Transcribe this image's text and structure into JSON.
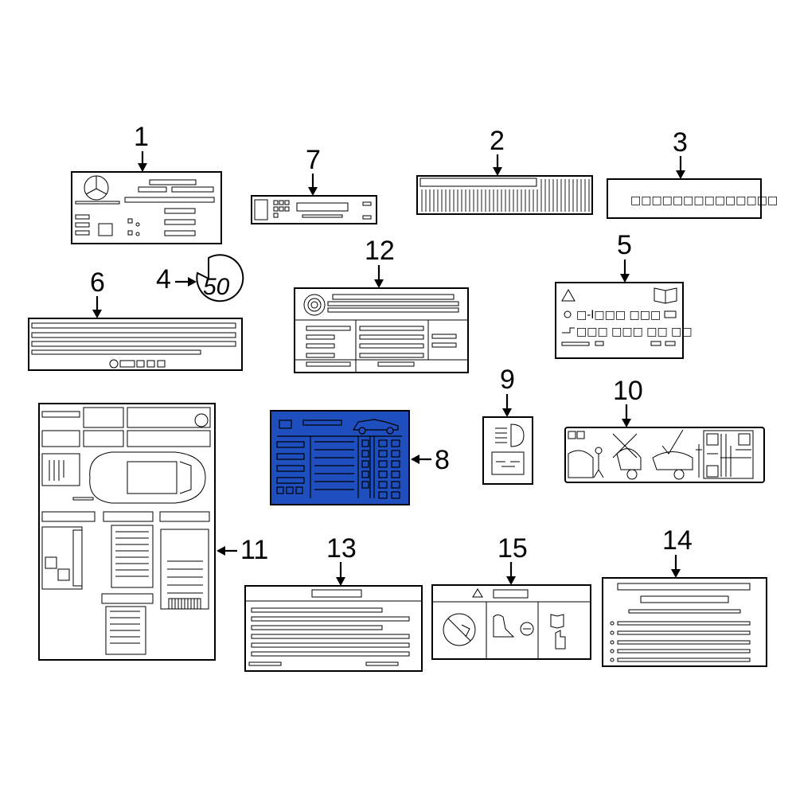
{
  "diagram": {
    "selected_part": "8",
    "highlight_color": "#1f4fbf",
    "callouts": {
      "p1": "1",
      "p2": "2",
      "p3": "3",
      "p4": "4",
      "p5": "5",
      "p6": "6",
      "p7": "7",
      "p8": "8",
      "p9": "9",
      "p10": "10",
      "p11": "11",
      "p12": "12",
      "p13": "13",
      "p14": "14",
      "p15": "15"
    },
    "label_4_text": "50",
    "label_3_text": "□□□□□□□□□□□□□□",
    "label_5_text": "□-I□□□ □□□",
    "label_5_text2": "□□□ □□□ □□ □□"
  }
}
